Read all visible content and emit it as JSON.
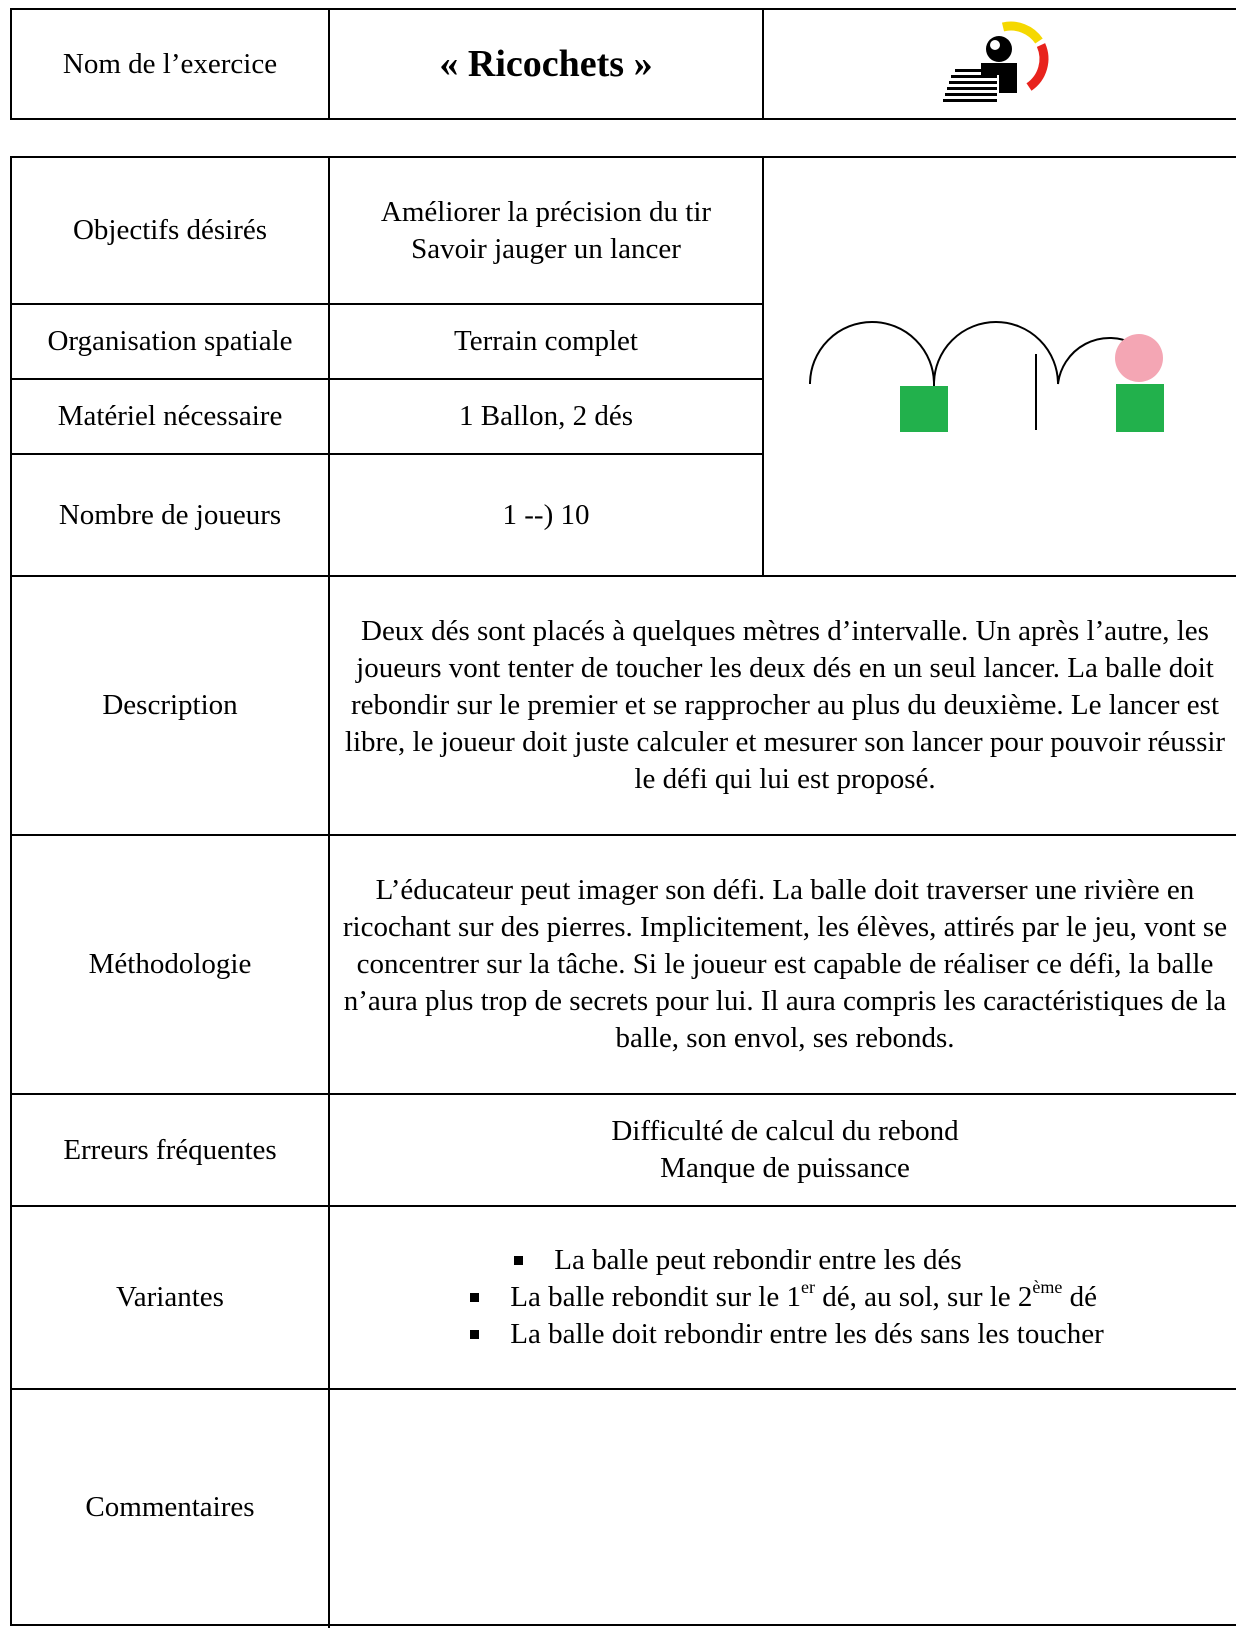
{
  "header": {
    "name_label": "Nom de l’exercice",
    "exercise_title": "« Ricochets »",
    "logo_icon": "federation-logo-icon"
  },
  "fields": {
    "objectifs": {
      "label": "Objectifs désirés",
      "lines": [
        "Améliorer la précision du tir",
        "Savoir jauger un lancer"
      ]
    },
    "organisation": {
      "label": "Organisation spatiale",
      "value": "Terrain complet"
    },
    "materiel": {
      "label": "Matériel nécessaire",
      "value": "1 Ballon, 2 dés"
    },
    "nombre": {
      "label": "Nombre de joueurs",
      "value": "1 --) 10"
    },
    "description": {
      "label": "Description",
      "value": "Deux dés sont placés à quelques mètres d’intervalle. Un après l’autre, les joueurs vont tenter de toucher les deux dés en un seul lancer. La balle doit rebondir sur le premier et se rapprocher au plus du deuxième. Le lancer est libre, le joueur doit juste calculer et mesurer son lancer pour pouvoir réussir le défi qui lui est proposé."
    },
    "methodologie": {
      "label": "Méthodologie",
      "value": "L’éducateur peut imager son défi. La balle doit traverser une rivière en ricochant sur des pierres. Implicitement, les élèves, attirés par le jeu, vont se concentrer sur la tâche. Si le joueur est capable de réaliser ce défi, la balle n’aura plus trop de secrets pour lui. Il aura compris les caractéristiques de la balle, son envol, ses rebonds."
    },
    "erreurs": {
      "label": "Erreurs fréquentes",
      "lines": [
        "Difficulté de calcul du rebond",
        "Manque de puissance"
      ]
    },
    "variantes": {
      "label": "Variantes",
      "item1": "La balle peut rebondir entre les dés",
      "item2": {
        "a": "La balle rebondit sur le 1",
        "sup1": "er",
        "b": " dé, au sol, sur le 2",
        "sup2": "ème",
        "c": " dé"
      },
      "item3": "La balle doit rebondir entre les dés sans les toucher"
    },
    "commentaires": {
      "label": "Commentaires",
      "value": ""
    }
  },
  "diagram": {
    "colors": {
      "die": "#22b14c",
      "ball": "#f4a6b4",
      "path": "#000000"
    }
  }
}
